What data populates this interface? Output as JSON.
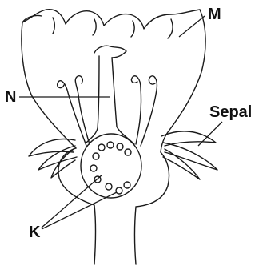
{
  "labels": {
    "petal": "M",
    "style": "N",
    "sepal": "Sepal",
    "ovules": "K"
  },
  "colors": {
    "ink": "#1a1a1a",
    "background": "#ffffff"
  }
}
